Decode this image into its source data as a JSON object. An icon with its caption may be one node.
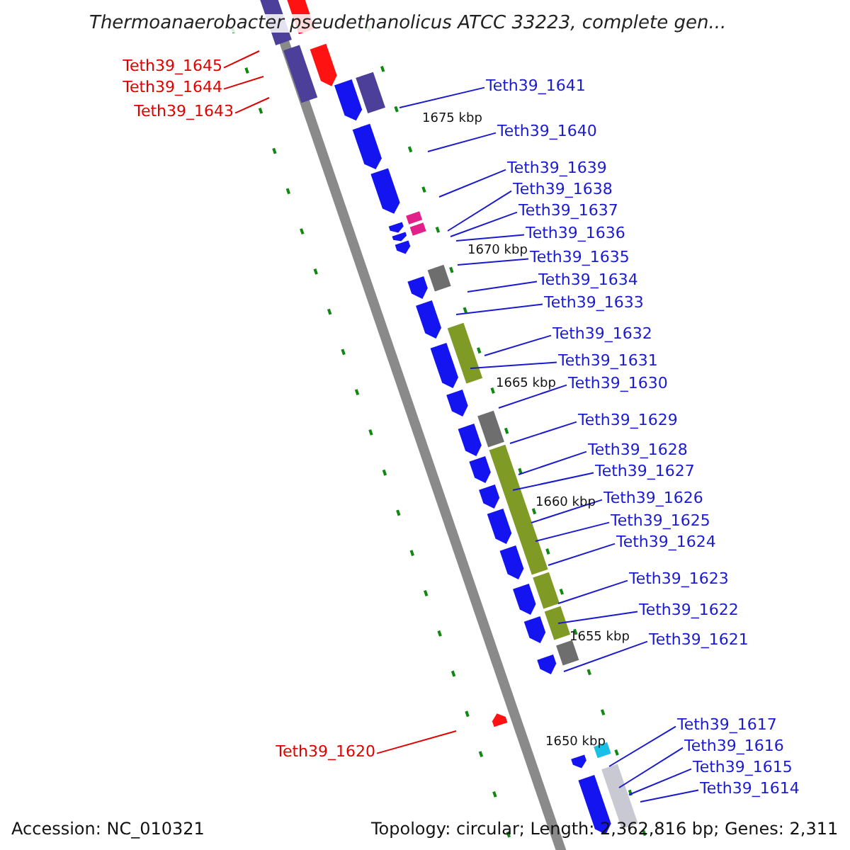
{
  "diagram": {
    "title": "Thermoanaerobacter pseudethanolicus ATCC 33223, complete gen...",
    "nodes": [
      {
        "text": [
          "Teth39_1645"
        ]
      },
      {
        "text": [
          "Teth39_1644"
        ]
      },
      {
        "text": [
          "Teth39_1643"
        ]
      },
      {
        "text": [
          "Teth39_1641"
        ]
      },
      {
        "text": [
          "Teth39_1640"
        ]
      },
      {
        "text": [
          "Teth39_1639"
        ]
      },
      {
        "text": [
          "Teth39_1638"
        ]
      },
      {
        "text": [
          "Teth39_1637"
        ]
      },
      {
        "text": [
          "Teth39_1636"
        ]
      },
      {
        "text": [
          "Teth39_1635"
        ]
      },
      {
        "text": [
          "Teth39_1634"
        ]
      },
      {
        "text": [
          "Teth39_1633"
        ]
      },
      {
        "text": [
          "Teth39_1632"
        ]
      },
      {
        "text": [
          "Teth39_1631"
        ]
      },
      {
        "text": [
          "Teth39_1630"
        ]
      },
      {
        "text": [
          "Teth39_1629"
        ]
      },
      {
        "text": [
          "Teth39_1628"
        ]
      },
      {
        "text": [
          "Teth39_1627"
        ]
      },
      {
        "text": [
          "Teth39_1626"
        ]
      },
      {
        "text": [
          "Teth39_1625"
        ]
      },
      {
        "text": [
          "Teth39_1624"
        ]
      },
      {
        "text": [
          "Teth39_1623"
        ]
      },
      {
        "text": [
          "Teth39_1622"
        ]
      },
      {
        "text": [
          "Teth39_1621"
        ]
      },
      {
        "text": [
          "Teth39_1620"
        ]
      },
      {
        "text": [
          "Teth39_1617"
        ]
      },
      {
        "text": [
          "Teth39_1616"
        ]
      },
      {
        "text": [
          "Teth39_1615"
        ]
      },
      {
        "text": [
          "Teth39_1614"
        ]
      }
    ],
    "edges": [
      {
        "from": 0,
        "to": null,
        "arrow": "none",
        "color": "#e00000"
      },
      {
        "from": 1,
        "to": null,
        "arrow": "none",
        "color": "#e00000"
      },
      {
        "from": 2,
        "to": null,
        "arrow": "none",
        "color": "#e00000"
      },
      {
        "from": 3,
        "to": null,
        "arrow": "none"
      },
      {
        "from": 4,
        "to": null,
        "arrow": "none"
      },
      {
        "from": 5,
        "to": null,
        "arrow": "none"
      },
      {
        "from": 6,
        "to": null,
        "arrow": "none"
      },
      {
        "from": 7,
        "to": null,
        "arrow": "none"
      },
      {
        "from": 8,
        "to": null,
        "arrow": "none"
      },
      {
        "from": 9,
        "to": null,
        "arrow": "none"
      },
      {
        "from": 10,
        "to": null,
        "arrow": "none"
      },
      {
        "from": 11,
        "to": null,
        "arrow": "none"
      },
      {
        "from": 12,
        "to": null,
        "arrow": "none"
      },
      {
        "from": 13,
        "to": null,
        "arrow": "none"
      },
      {
        "from": 14,
        "to": null,
        "arrow": "none"
      },
      {
        "from": 15,
        "to": null,
        "arrow": "none"
      },
      {
        "from": 16,
        "to": null,
        "arrow": "none"
      },
      {
        "from": 17,
        "to": null,
        "arrow": "none"
      },
      {
        "from": 18,
        "to": null,
        "arrow": "none"
      },
      {
        "from": 19,
        "to": null,
        "arrow": "none"
      },
      {
        "from": 20,
        "to": null,
        "arrow": "none"
      },
      {
        "from": 21,
        "to": null,
        "arrow": "none"
      },
      {
        "from": 22,
        "to": null,
        "arrow": "none"
      },
      {
        "from": 23,
        "to": null,
        "arrow": "none"
      },
      {
        "from": 24,
        "to": null,
        "arrow": "none",
        "color": "#e00000"
      },
      {
        "from": 25,
        "to": null,
        "arrow": "none"
      },
      {
        "from": 26,
        "to": null,
        "arrow": "none"
      },
      {
        "from": 27,
        "to": null,
        "arrow": "none"
      },
      {
        "from": 28,
        "to": null,
        "arrow": "none"
      }
    ],
    "labels": [
      "1675 kbp",
      "1670 kbp",
      "1665 kbp",
      "1660 kbp",
      "1655 kbp",
      "1650 kbp",
      "Accession: NC_010321",
      "Topology: circular; Length: 2,362,816 bp; Genes: 2,311"
    ]
  }
}
